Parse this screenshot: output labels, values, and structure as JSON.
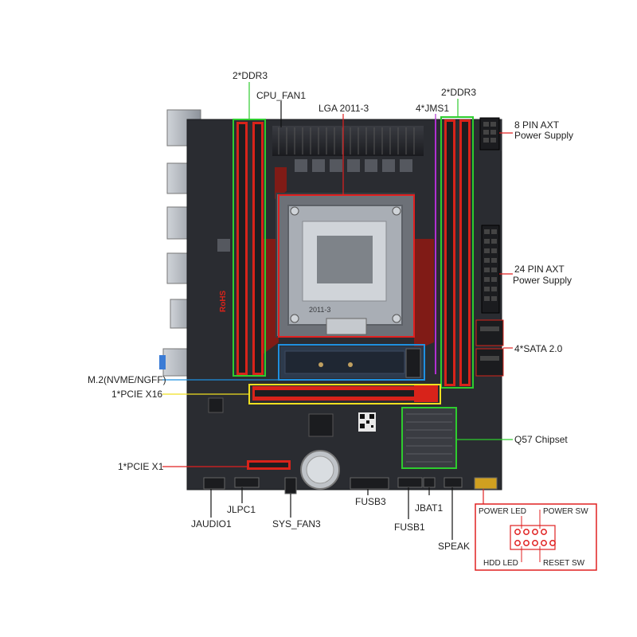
{
  "labels": {
    "ddr3_left": "2*DDR3",
    "cpu_fan": "CPU_FAN1",
    "lga": "LGA 2011-3",
    "jms": "4*JMS1",
    "ddr3_right": "2*DDR3",
    "pin8_line1": "8 PIN AXT",
    "pin8_line2": "Power Supply",
    "pin24_line1": "24 PIN AXT",
    "pin24_line2": "Power Supply",
    "sata": "4*SATA 2.0",
    "m2": "M.2(NVME/NGFF)",
    "pcie16": "1*PCIE X16",
    "chipset": "Q57 Chipset",
    "pcie1": "1*PCIE X1",
    "jaudio": "JAUDIO1",
    "jlpc": "JLPC1",
    "sysfan": "SYS_FAN3",
    "fusb3": "FUSB3",
    "fusb1": "FUSB1",
    "jbat": "JBAT1",
    "speak": "SPEAK",
    "power_led": "POWER LED",
    "power_sw": "POWER SW",
    "hdd_led": "HDD  LED",
    "reset_sw": "RESET SW"
  },
  "board_text": {
    "socket": "2011-3",
    "rohs": "RoHS"
  },
  "colors": {
    "board": "#2a2c31",
    "ram_slot": "#d8231a",
    "green": "#2ecc2e",
    "blue": "#1e90e0",
    "yellow": "#f0e020",
    "purple": "#b030d0",
    "red_line": "#e02020"
  }
}
